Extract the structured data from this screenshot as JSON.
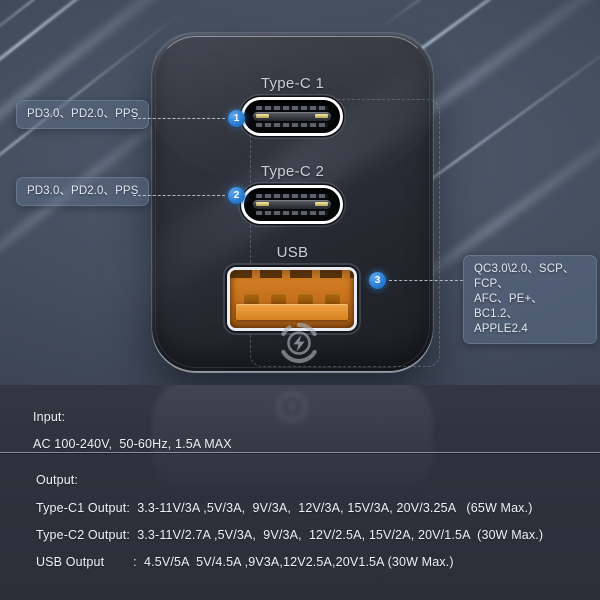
{
  "product": {
    "body_color": "#26292f",
    "accent_badge_color": "#2a7fd4",
    "usb_port_color": "#d98327",
    "logo_name": "power-bolt-logo"
  },
  "ports": [
    {
      "id": 1,
      "label": "Type-C 1",
      "badge": "1",
      "type": "usb-c"
    },
    {
      "id": 2,
      "label": "Type-C 2",
      "badge": "2",
      "type": "usb-c"
    },
    {
      "id": 3,
      "label": "USB",
      "badge": "3",
      "type": "usb-a"
    }
  ],
  "callouts": {
    "type_c1": "PD3.0、PD2.0、PPS",
    "type_c2": "PD3.0、PD2.0、PPS",
    "usb_line1": "QC3.0\\2.0、SCP、FCP、",
    "usb_line2": "AFC、PE+、BC1.2、",
    "usb_line3": "APPLE2.4"
  },
  "specs": {
    "input_heading": "Input:",
    "input_value": "AC 100-240V,  50-60Hz, 1.5A MAX",
    "output_heading": "Output:",
    "rows": [
      "Type-C1 Output:  3.3-11V/3A ,5V/3A,  9V/3A,  12V/3A, 15V/3A, 20V/3.25A   (65W Max.)",
      "Type-C2 Output:  3.3-11V/2.7A ,5V/3A,  9V/3A,  12V/2.5A, 15V/2A, 20V/1.5A  (30W Max.)",
      "USB Output        :  4.5V/5A  5V/4.5A ,9V3A,12V2.5A,20V1.5A (30W Max.)"
    ]
  }
}
